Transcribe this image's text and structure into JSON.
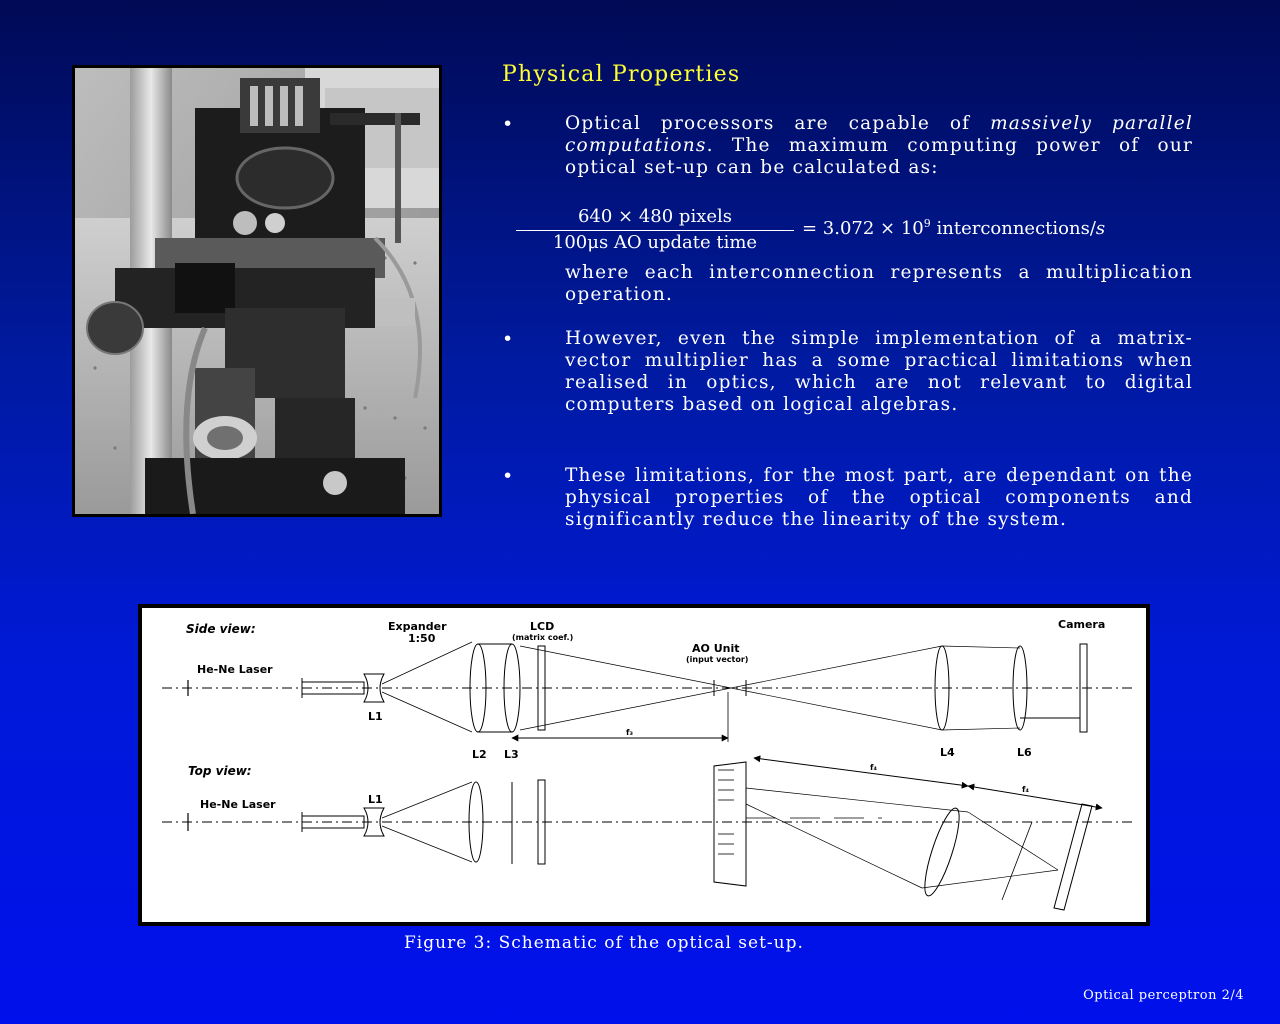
{
  "section": {
    "title": "Physical Properties"
  },
  "bullets": [
    {
      "symbol": "•",
      "pre": "Optical processors are capable of ",
      "emphasis": "massively parallel computations",
      "post": ". The maximum computing power of our optical set-up can be calculated as:"
    },
    {
      "symbol": "•",
      "text": "However, even the simple implementation of a matrix-vector multiplier has a some practical limitations when realised in optics, which are not relevant to digital computers based on logical algebras."
    },
    {
      "symbol": "•",
      "text": "These limitations, for the most part, are dependant on the physical properties of the optical components and significantly reduce the linearity of the system."
    }
  ],
  "formula": {
    "numerator": "640 × 480 pixels",
    "denominator": "100μs AO update time",
    "result": "= 3.072 × 10",
    "exponent": "9",
    "unit": " interconnections/",
    "unit_var": "s"
  },
  "formula_note": "where each interconnection represents a multiplication operation.",
  "diagram": {
    "side_view_label": "Side view:",
    "top_view_label": "Top view:",
    "laser_side": "He-Ne Laser",
    "laser_top": "He-Ne Laser",
    "expander": "Expander",
    "expander_ratio": "1:50",
    "lcd": "LCD",
    "lcd_sub": "(matrix coef.)",
    "ao_unit": "AO Unit",
    "ao_sub": "(input vector)",
    "camera": "Camera",
    "l1_side": "L1",
    "l1_top": "L1",
    "l2": "L2",
    "l3": "L3",
    "l4": "L4",
    "l6": "L6",
    "f3": "f₃",
    "f4a": "f₄",
    "f4b": "f₄"
  },
  "caption": "Figure 3: Schematic of the optical set-up.",
  "footer": "Optical perceptron 2/4"
}
